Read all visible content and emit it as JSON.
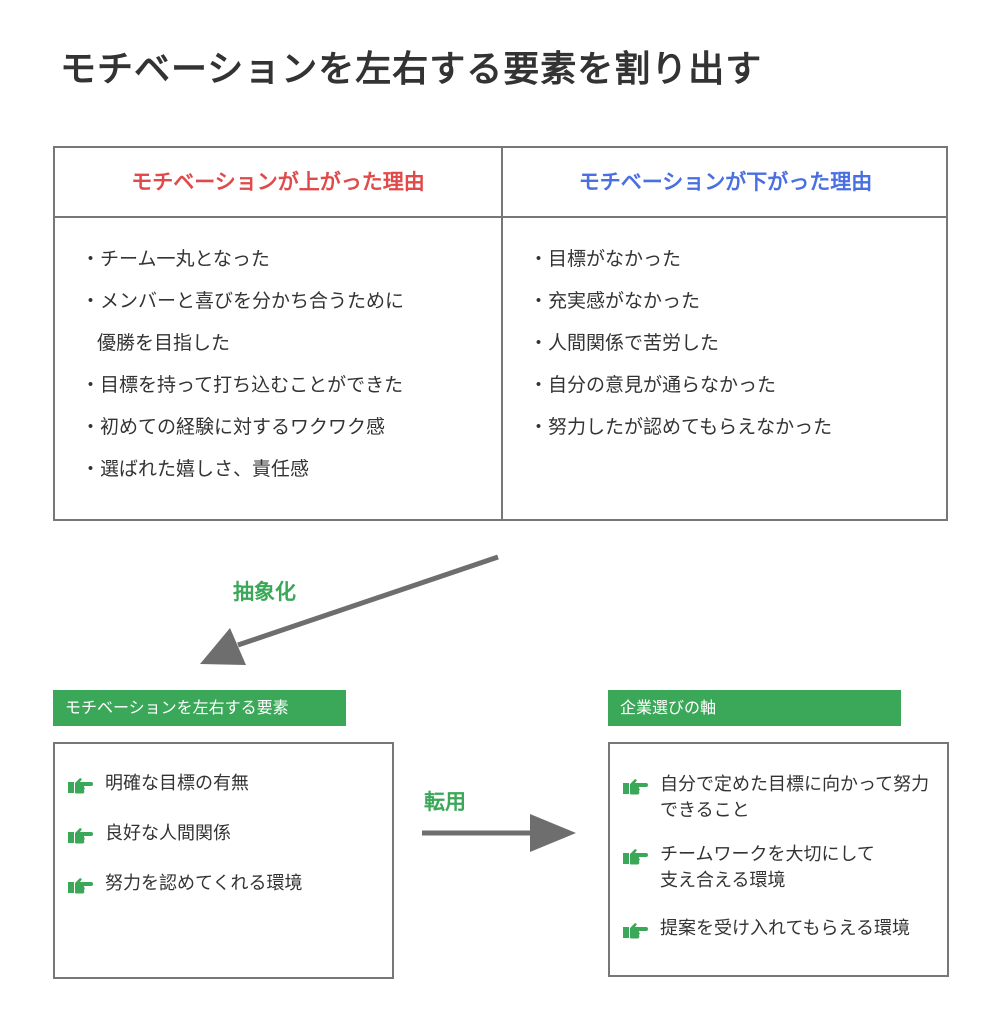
{
  "title": "モチベーションを左右する要素を割り出す",
  "colors": {
    "accent_red": "#e04a4a",
    "accent_blue": "#4a6fe0",
    "accent_green": "#3aa858",
    "border": "#777777",
    "arrow": "#6e6e6e"
  },
  "table": {
    "left_header": "モチベーションが上がった理由",
    "right_header": "モチベーションが下がった理由",
    "left_items": [
      "チーム一丸となった",
      "メンバーと喜びを分かち合うために",
      "優勝を目指した",
      "目標を持って打ち込むことができた",
      "初めての経験に対するワクワク感",
      "選ばれた嬉しさ、責任感"
    ],
    "right_items": [
      "目標がなかった",
      "充実感がなかった",
      "人間関係で苦労した",
      "自分の意見が通らなかった",
      "努力したが認めてもらえなかった"
    ]
  },
  "abstraction_label": "抽象化",
  "transfer_label": "転用",
  "elements": {
    "label": "モチベーションを左右する要素",
    "items": [
      "明確な目標の有無",
      "良好な人間関係",
      "努力を認めてくれる環境"
    ],
    "icon": "pointing-hand-icon"
  },
  "axis": {
    "label": "企業選びの軸",
    "items": [
      [
        "自分で定めた目標に向かって努力",
        "できること"
      ],
      [
        "チームワークを大切にして",
        "支え合える環境"
      ],
      [
        "提案を受け入れてもらえる環境"
      ]
    ],
    "icon": "pointing-hand-icon"
  }
}
